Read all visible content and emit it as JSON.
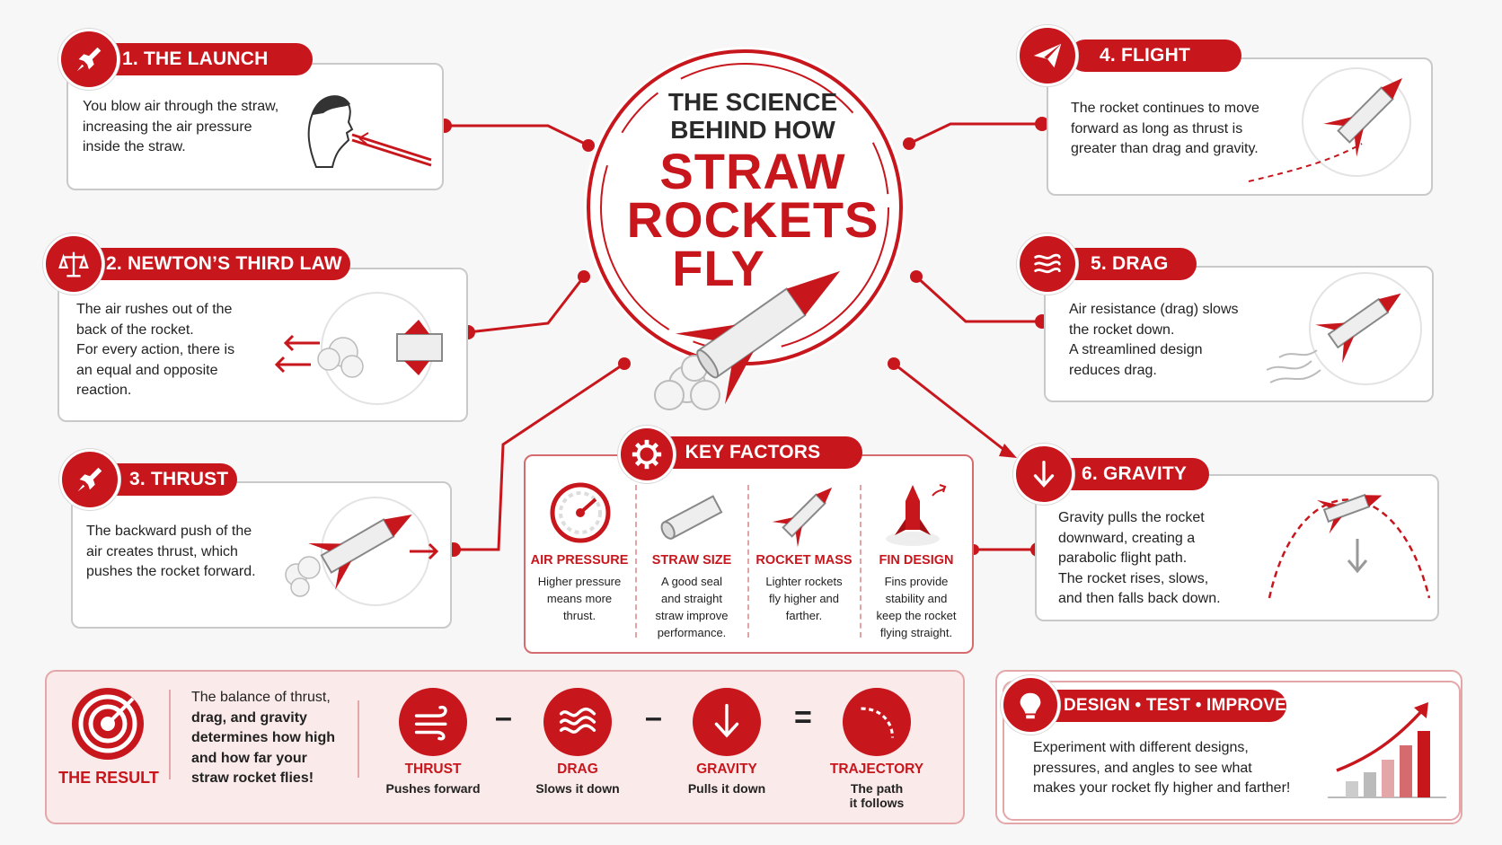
{
  "title": {
    "line1": "THE SCIENCE",
    "line2": "BEHIND HOW",
    "line3": "STRAW",
    "line4": "ROCKETS",
    "line5": "FLY"
  },
  "steps": {
    "launch": {
      "heading": "1. THE LAUNCH",
      "lines": [
        "You blow air through the straw,",
        "increasing the air pressure",
        "inside the straw."
      ],
      "icon": "rocket-icon"
    },
    "newton": {
      "heading": "2. NEWTON’S THIRD LAW",
      "lines": [
        "The air rushes out of the",
        "back of the rocket.",
        "For every action, there is",
        "an equal and opposite",
        "reaction."
      ],
      "icon": "scales-icon"
    },
    "thrust": {
      "heading": "3. THRUST",
      "lines": [
        "The backward push of the",
        "air creates thrust, which",
        "pushes the rocket forward."
      ],
      "icon": "rocket-icon"
    },
    "flight": {
      "heading": "4. FLIGHT",
      "lines": [
        "The rocket continues to move",
        "forward as long as thrust is",
        "greater than drag and gravity."
      ],
      "icon": "paper-plane-icon"
    },
    "drag": {
      "heading": "5. DRAG",
      "lines": [
        "Air resistance (drag) slows",
        "the rocket down.",
        "A streamlined design",
        "reduces drag."
      ],
      "icon": "wind-icon"
    },
    "gravity": {
      "heading": "6. GRAVITY",
      "lines": [
        "Gravity pulls the rocket",
        "downward, creating a",
        "parabolic flight path.",
        "The rocket rises, slows,",
        "and then falls back down."
      ],
      "icon": "down-arrow-icon"
    }
  },
  "key_factors": {
    "heading": "KEY FACTORS",
    "items": [
      {
        "title": "AIR PRESSURE",
        "lines": [
          "Higher pressure",
          "means more",
          "thrust."
        ],
        "icon": "gauge-icon"
      },
      {
        "title": "STRAW SIZE",
        "lines": [
          "A good seal",
          "and straight",
          "straw improve",
          "performance."
        ],
        "icon": "straw-icon"
      },
      {
        "title": "ROCKET MASS",
        "lines": [
          "Lighter rockets",
          "fly higher and",
          "farther."
        ],
        "icon": "rocket-icon"
      },
      {
        "title": "FIN DESIGN",
        "lines": [
          "Fins provide",
          "stability and",
          "keep the rocket",
          "flying straight."
        ],
        "icon": "fin-icon"
      }
    ]
  },
  "result": {
    "label": "THE RESULT",
    "lines": [
      "The balance of thrust,",
      "drag, and gravity",
      "determines how high",
      "and how far your",
      "straw rocket flies!"
    ],
    "ops": [
      "–",
      "–",
      "="
    ],
    "terms": [
      {
        "title": "THRUST",
        "lines": [
          "Pushes forward"
        ],
        "icon": "wind-icon"
      },
      {
        "title": "DRAG",
        "lines": [
          "Slows it down"
        ],
        "icon": "waves-icon"
      },
      {
        "title": "GRAVITY",
        "lines": [
          "Pulls it down"
        ],
        "icon": "down-arrow-icon"
      },
      {
        "title": "TRAJECTORY",
        "lines": [
          "The path",
          "it follows"
        ],
        "icon": "arc-icon"
      }
    ]
  },
  "design": {
    "heading": "DESIGN • TEST • IMPROVE",
    "lines": [
      "Experiment with different designs,",
      "pressures, and angles to see what",
      "makes your rocket fly higher and farther!"
    ],
    "icon": "lightbulb-icon"
  },
  "colors": {
    "accent": "#c8161d",
    "dark": "#222222",
    "panel": "#fbeaea"
  }
}
